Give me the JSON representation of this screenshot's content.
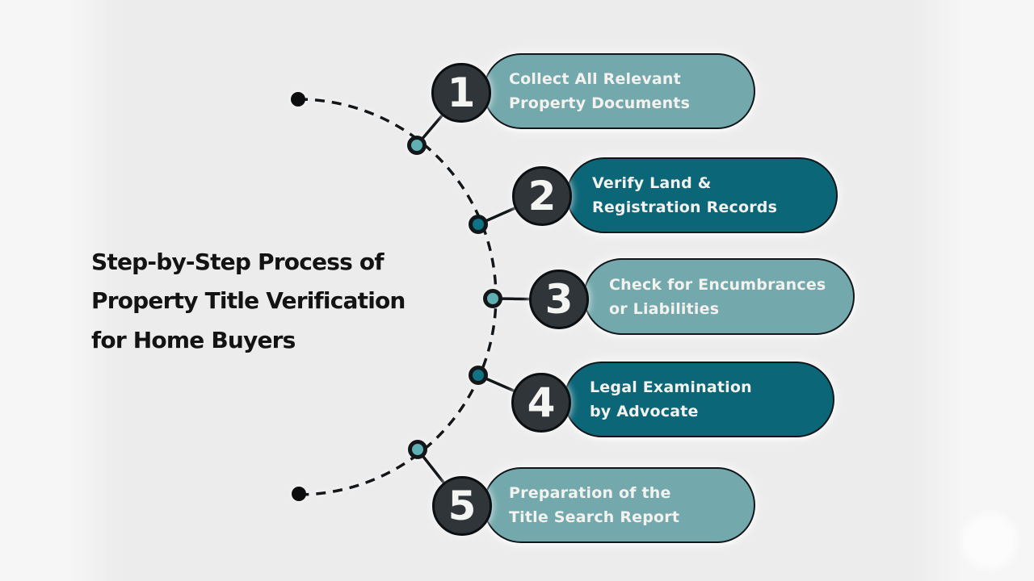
{
  "title": {
    "line1": "Step-by-Step Process of",
    "line2": "Property Title Verification",
    "line3": "for Home Buyers"
  },
  "steps": [
    {
      "number": "1",
      "line1": "Collect All Relevant",
      "line2": "Property Documents",
      "variant": "light"
    },
    {
      "number": "2",
      "line1": "Verify Land &",
      "line2": "Registration Records",
      "variant": "dark"
    },
    {
      "number": "3",
      "line1": "Check for Encumbrances",
      "line2": "or Liabilities",
      "variant": "light"
    },
    {
      "number": "4",
      "line1": "Legal Examination",
      "line2": "by Advocate",
      "variant": "dark"
    },
    {
      "number": "5",
      "line1": "Preparation of the",
      "line2": "Title Search Report",
      "variant": "light"
    }
  ],
  "colors": {
    "background": "#ececed",
    "pill_light": "#73a9ac",
    "pill_dark": "#0b6678",
    "pill_border": "#12161a",
    "pill_text": "#f3f2ef",
    "badge_fill": "#2f3538",
    "badge_border": "#0c0f11",
    "badge_text": "#f4f4f2",
    "line": "#14171a",
    "node_light": "#5fb0b5",
    "node_dark": "#0f7285",
    "end_dot": "#0b0d0e",
    "title_text": "#131314"
  }
}
